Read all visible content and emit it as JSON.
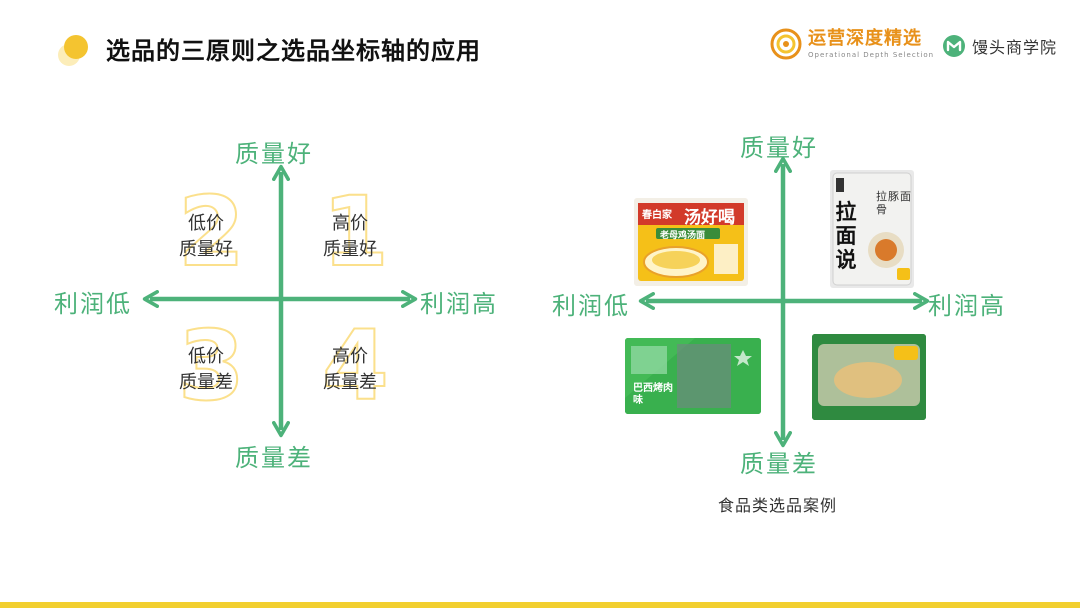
{
  "header": {
    "title": "选品的三原则之选品坐标轴的应用",
    "logo_primary_name": "运营深度精选",
    "logo_primary_sub": "Operational Depth Selection",
    "logo_secondary_name": "馒头商学院"
  },
  "colors": {
    "accent": "#4db27a",
    "brand_yellow": "#f2cf2f",
    "number_outline": "#fbe08c",
    "logo_orange": "#e8911a"
  },
  "left_diagram": {
    "top": "质量好",
    "bottom": "质量差",
    "left": "利润低",
    "right": "利润高",
    "quadrants": [
      {
        "number": "2",
        "line1": "低价",
        "line2": "质量好"
      },
      {
        "number": "1",
        "line1": "高价",
        "line2": "质量好"
      },
      {
        "number": "3",
        "line1": "低价",
        "line2": "质量差"
      },
      {
        "number": "4",
        "line1": "高价",
        "line2": "质量差"
      }
    ]
  },
  "right_diagram": {
    "top": "质量好",
    "bottom": "质量差",
    "left": "利润低",
    "right": "利润高",
    "caption": "食品类选品案例",
    "products": {
      "top_left": {
        "brand": "春白家",
        "name": "汤好喝",
        "sub": "老母鸡汤面"
      },
      "top_right": {
        "name_vertical": "拉面说",
        "side_label": "拉豚面骨"
      },
      "bottom_left": {
        "label": "巴西烤肉味"
      },
      "bottom_right": {
        "label": ""
      }
    }
  }
}
